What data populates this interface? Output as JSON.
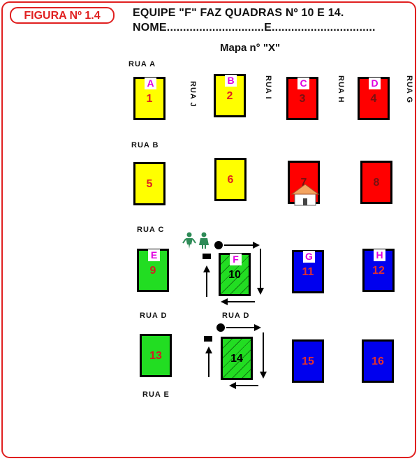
{
  "header": {
    "figure_label": "FIGURA Nº 1.4",
    "title": "EQUIPE \"F\" FAZ QUADRAS Nº 10 E 14.",
    "name_line": "NOME..............................E................................"
  },
  "map_title": "Mapa n° \"X\"",
  "streets": {
    "rua_a": "RUA  A",
    "rua_b": "RUA  B",
    "rua_c": "RUA  C",
    "rua_d1": "RUA  D",
    "rua_d2": "RUA  D",
    "rua_e": "RUA  E",
    "rua_j": "RUA J",
    "rua_i": "RUA I",
    "rua_h": "RUA H",
    "rua_g": "RUA G"
  },
  "blocks": [
    {
      "number": "1",
      "letter": "A",
      "color": "#ffff00"
    },
    {
      "number": "2",
      "letter": "B",
      "color": "#ffff00"
    },
    {
      "number": "3",
      "letter": "C",
      "color": "#ff0000"
    },
    {
      "number": "4",
      "letter": "D",
      "color": "#ff0000"
    },
    {
      "number": "5",
      "letter": "",
      "color": "#ffff00"
    },
    {
      "number": "6",
      "letter": "",
      "color": "#ffff00"
    },
    {
      "number": "7",
      "letter": "",
      "color": "#ff0000"
    },
    {
      "number": "8",
      "letter": "",
      "color": "#ff0000"
    },
    {
      "number": "9",
      "letter": "E",
      "color": "#22dd22"
    },
    {
      "number": "10",
      "letter": "F",
      "color": "#22dd22"
    },
    {
      "number": "11",
      "letter": "G",
      "color": "#0000ee"
    },
    {
      "number": "12",
      "letter": "H",
      "color": "#0000ee"
    },
    {
      "number": "13",
      "letter": "",
      "color": "#22dd22"
    },
    {
      "number": "14",
      "letter": "",
      "color": "#22dd22"
    },
    {
      "number": "15",
      "letter": "",
      "color": "#0000ee"
    },
    {
      "number": "16",
      "letter": "",
      "color": "#0000ee"
    }
  ],
  "icons": {
    "team": "people-icon",
    "house": "house-icon",
    "start": "start-point-icon",
    "arrows": "route-arrow-icon"
  }
}
